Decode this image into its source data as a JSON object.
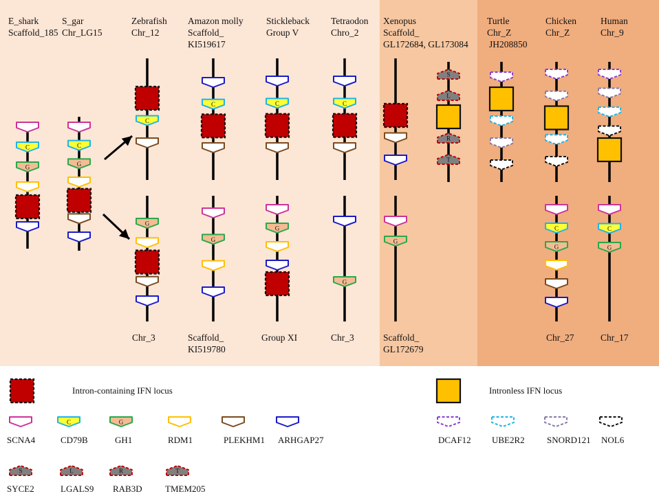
{
  "colors": {
    "panel_light": "#fce6d6",
    "panel_mid": "#f6c7a1",
    "panel_dark": "#f0ad7e",
    "intron_fill": "#c00000",
    "intronless_fill": "#ffc000",
    "chromosome_line": "#000000",
    "arrow": "#000000"
  },
  "genes": {
    "SCNA4": {
      "shape": "pent-down",
      "stroke": "#cc3399",
      "fill": "#ffffff",
      "dashed": false,
      "label": ""
    },
    "CD79B": {
      "shape": "pent-down",
      "stroke": "#1eb4e6",
      "fill": "#ffff33",
      "dashed": false,
      "label": "C"
    },
    "GH1": {
      "shape": "pent-down",
      "stroke": "#2aa84a",
      "fill": "#f4bc94",
      "dashed": false,
      "label": "G"
    },
    "RDM1": {
      "shape": "pent-down",
      "stroke": "#ffc000",
      "fill": "#ffffff",
      "dashed": false,
      "label": ""
    },
    "PLEKHM1": {
      "shape": "pent-down",
      "stroke": "#7a4a1e",
      "fill": "#ffffff",
      "dashed": false,
      "label": ""
    },
    "ARHGAP27": {
      "shape": "pent-down",
      "stroke": "#1a1ac8",
      "fill": "#ffffff",
      "dashed": false,
      "label": ""
    },
    "DCAF12": {
      "shape": "pent-down",
      "stroke": "#8a3fd0",
      "fill": "#ffffff",
      "dashed": true,
      "label": ""
    },
    "UBE2R2": {
      "shape": "pent-down",
      "stroke": "#1eb4e6",
      "fill": "#ffffff",
      "dashed": true,
      "label": ""
    },
    "SNORD121": {
      "shape": "pent-down",
      "stroke": "#8878a8",
      "fill": "#ffffff",
      "dashed": true,
      "label": ""
    },
    "NOL6": {
      "shape": "pent-down",
      "stroke": "#111111",
      "fill": "#ffffff",
      "dashed": true,
      "label": ""
    },
    "SYCE2": {
      "shape": "pent-up",
      "stroke": "#c00000",
      "fill": "#808080",
      "dashed": true,
      "label": "S"
    },
    "LGALS9": {
      "shape": "pent-up",
      "stroke": "#c00000",
      "fill": "#808080",
      "dashed": true,
      "label": "L"
    },
    "RAB3D": {
      "shape": "pent-up",
      "stroke": "#c00000",
      "fill": "#808080",
      "dashed": true,
      "label": "R"
    },
    "TMEM205": {
      "shape": "pent-up",
      "stroke": "#c00000",
      "fill": "#808080",
      "dashed": true,
      "label": "T"
    },
    "IFN_intron": {
      "shape": "box",
      "stroke": "#111111",
      "fill": "#c00000",
      "dashed": true,
      "label": ""
    },
    "IFN_intronless": {
      "shape": "box",
      "stroke": "#111111",
      "fill": "#ffc000",
      "dashed": false,
      "label": ""
    }
  },
  "columns": [
    {
      "header1": "E_shark",
      "header2": "Scaffold_185",
      "footer1": "",
      "footer2": "",
      "blocks": [
        {
          "genes": [
            "SCNA4",
            "CD79B",
            "GH1",
            "RDM1",
            "IFN_intron",
            "ARHGAP27"
          ]
        }
      ]
    },
    {
      "header1": "S_gar",
      "header2": "Chr_LG15",
      "footer1": "",
      "footer2": "",
      "blocks": [
        {
          "genes": [
            "SCNA4",
            "CD79B",
            "GH1",
            "RDM1",
            "IFN_intron",
            "PLEKHM1",
            "ARHGAP27"
          ]
        }
      ]
    },
    {
      "header1": "Zebrafish",
      "header2": "Chr_12",
      "footer1": "Chr_3",
      "footer2": "",
      "blocks": [
        {
          "genes": [
            "IFN_intron",
            "CD79B",
            "PLEKHM1"
          ]
        },
        {
          "genes": [
            "GH1",
            "RDM1",
            "IFN_intron",
            "PLEKHM1",
            "ARHGAP27"
          ]
        }
      ]
    },
    {
      "header1": "Amazon molly",
      "header2": "Scaffold_",
      "header3": "KI519617",
      "footer1": "Scaffold_",
      "footer2": "KI519780",
      "blocks": [
        {
          "genes": [
            "ARHGAP27",
            "CD79B",
            "IFN_intron",
            "PLEKHM1"
          ]
        },
        {
          "genes": [
            "SCNA4",
            "GH1",
            "RDM1",
            "ARHGAP27"
          ]
        }
      ]
    },
    {
      "header1": "Stickleback",
      "header2": "Group V",
      "footer1": "Group XI",
      "footer2": "",
      "blocks": [
        {
          "genes": [
            "ARHGAP27",
            "CD79B",
            "IFN_intron",
            "PLEKHM1"
          ]
        },
        {
          "genes": [
            "SCNA4",
            "GH1",
            "RDM1",
            "ARHGAP27",
            "IFN_intron"
          ]
        }
      ]
    },
    {
      "header1": "Tetraodon",
      "header2": "Chro_2",
      "footer1": "Chr_3",
      "footer2": "",
      "blocks": [
        {
          "genes": [
            "ARHGAP27",
            "CD79B",
            "IFN_intron",
            "PLEKHM1"
          ]
        },
        {
          "genes": [
            "ARHGAP27",
            "GH1"
          ]
        }
      ]
    },
    {
      "header1": "Xenopus",
      "header2": "Scaffold_",
      "header3": "GL172684,  GL173084",
      "footer1": "Scaffold_",
      "footer2": "GL172679",
      "blocks": [
        {
          "genes": [
            "IFN_intron",
            "PLEKHM1",
            "ARHGAP27"
          ]
        },
        {
          "genes": [
            "SCNA4",
            "GH1"
          ]
        }
      ]
    },
    {
      "header1": "",
      "header2": "",
      "footer1": "",
      "footer2": "",
      "blocks": [
        {
          "genes": [
            "SYCE2",
            "LGALS9",
            "IFN_intronless",
            "RAB3D",
            "TMEM205"
          ]
        }
      ]
    },
    {
      "header1": "Turtle",
      "header2": "Chr_Z",
      "header3": "JH208850",
      "footer1": "",
      "footer2": "",
      "blocks": [
        {
          "genes": [
            "DCAF12",
            "IFN_intronless",
            "UBE2R2",
            "SNORD121",
            "NOL6"
          ]
        }
      ]
    },
    {
      "header1": "Chicken",
      "header2": "Chr_Z",
      "footer1": "Chr_27",
      "footer2": "",
      "blocks": [
        {
          "genes": [
            "DCAF12",
            "SNORD121",
            "IFN_intronless",
            "UBE2R2",
            "NOL6"
          ]
        },
        {
          "genes": [
            "SCNA4",
            "CD79B",
            "GH1",
            "RDM1",
            "PLEKHM1",
            "ARHGAP27"
          ]
        }
      ]
    },
    {
      "header1": "Human",
      "header2": "Chr_9",
      "footer1": "Chr_17",
      "footer2": "",
      "blocks": [
        {
          "genes": [
            "DCAF12",
            "SNORD121",
            "UBE2R2",
            "NOL6",
            "IFN_intronless"
          ]
        },
        {
          "genes": [
            "SCNA4",
            "CD79B",
            "GH1"
          ]
        }
      ]
    }
  ],
  "legend": {
    "intron_label": "Intron-containing IFN locus",
    "intronless_label": "Intronless IFN locus",
    "row1": [
      "SCNA4",
      "CD79B",
      "GH1",
      "RDM1",
      "PLEKHM1",
      "ARHGAP27"
    ],
    "row1_labels": [
      "SCNA4",
      "CD79B",
      "GH1",
      "RDM1",
      "PLEKHM1",
      "ARHGAP27"
    ],
    "row_right": [
      "DCAF12",
      "UBE2R2",
      "SNORD121",
      "NOL6"
    ],
    "row_right_labels": [
      "DCAF12",
      "UBE2R2",
      "SNORD121",
      "NOL6"
    ],
    "row2": [
      "SYCE2",
      "LGALS9",
      "RAB3D",
      "TMEM205"
    ],
    "row2_labels": [
      "SYCE2",
      "LGALS9",
      "RAB3D",
      "TMEM205"
    ]
  }
}
